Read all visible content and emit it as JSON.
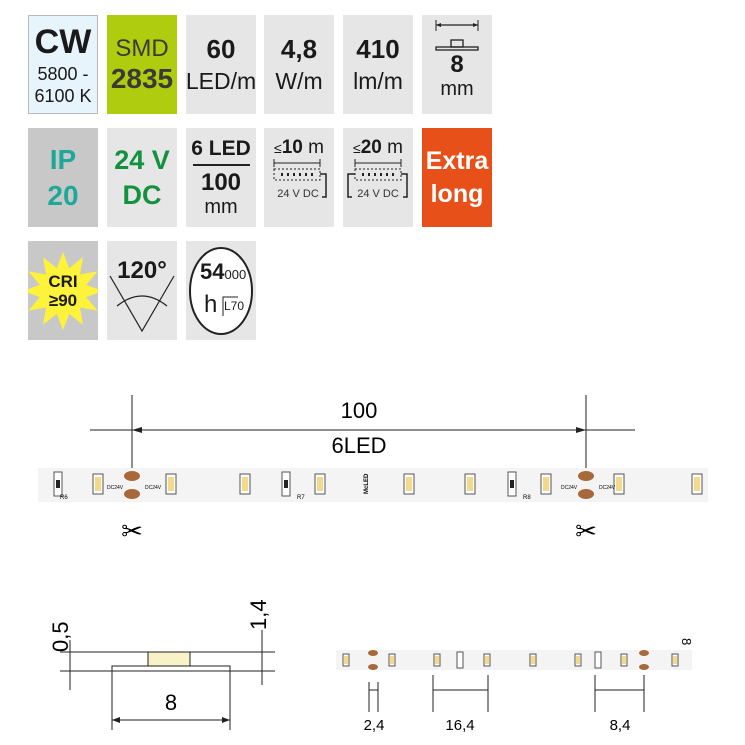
{
  "tiles": {
    "color": {
      "title": "CW",
      "range1": "5800 -",
      "range2": "6100 K"
    },
    "chip": {
      "line1": "SMD",
      "line2": "2835"
    },
    "density": {
      "value": "60",
      "unit": "LED/m"
    },
    "power": {
      "value": "4,8",
      "unit": "W/m"
    },
    "flux": {
      "value": "410",
      "unit": "lm/m"
    },
    "width": {
      "value": "8",
      "unit": "mm"
    },
    "ip": {
      "line1": "IP",
      "line2": "20"
    },
    "voltage": {
      "line1": "24 V",
      "line2": "DC"
    },
    "cut": {
      "top": "6 LED",
      "value": "100",
      "unit": "mm"
    },
    "run_single": {
      "le": "≤",
      "value": "10",
      "unit": "m",
      "supply": "24 V DC"
    },
    "run_double": {
      "le": "≤",
      "value": "20",
      "unit": "m",
      "supply": "24 V DC"
    },
    "extra": {
      "line1": "Extra",
      "line2": "long"
    },
    "cri": {
      "line1": "CRI",
      "line2": "≥90"
    },
    "angle": {
      "value": "120°"
    },
    "lifetime": {
      "value": "54",
      "small": "000",
      "unit": "h",
      "rating": "L70"
    }
  },
  "strip": {
    "dim_length": "100",
    "dim_leds": "6LED",
    "resistors": [
      "R6",
      "R7",
      "R8"
    ],
    "pad_label": "DC24V",
    "brand": "McLED"
  },
  "cross_section": {
    "height_pcb": "0,5",
    "height_total": "1,4",
    "width": "8"
  },
  "detail": {
    "dims": [
      "2,4",
      "16,4",
      "8,4",
      "8"
    ]
  },
  "colors": {
    "cw_bg": "#e8f4fc",
    "smd_bg": "#b0cc0e",
    "tile_bg": "#e6e6e6",
    "ip_bg": "#c8c8c8",
    "ip_text": "#1fa89a",
    "dc_text": "#12913f",
    "extra_bg": "#e8501a",
    "cri_star": "#fff23a",
    "pad": "#a8693a",
    "led": "#f5d98a"
  }
}
